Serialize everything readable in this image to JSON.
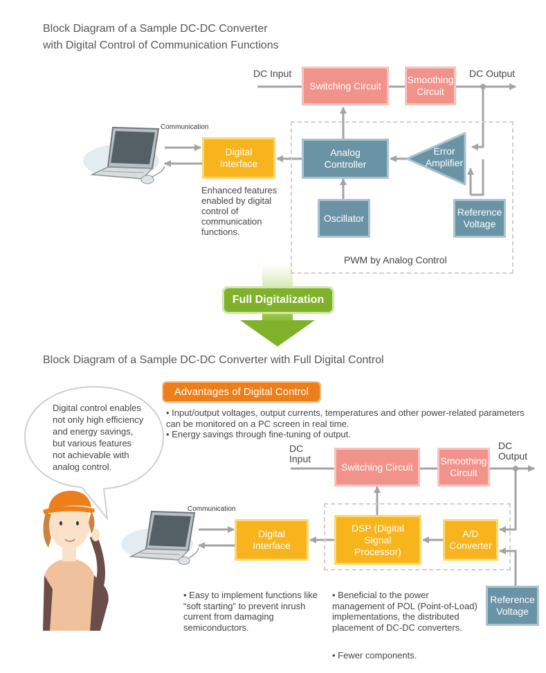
{
  "top": {
    "title_line1": "Block Diagram of a Sample DC-DC Converter",
    "title_line2": "with Digital Control of Communication Functions",
    "dc_input": "DC Input",
    "dc_output": "DC Output",
    "switching": "Switching Circuit",
    "smoothing": "Smoothing Circuit",
    "communication": "Communication",
    "digital_interface": "Digital Interface",
    "analog_controller": "Analog Controller",
    "error_amplifier": "Error Amplifier",
    "oscillator": "Oscillator",
    "reference_voltage": "Reference Voltage",
    "enhanced_note": "Enhanced features enabled by digital control of communication functions.",
    "pwm_label": "PWM by Analog Control"
  },
  "transition": {
    "label": "Full Digitalization"
  },
  "bottom": {
    "title": "Block Diagram of a Sample DC-DC Converter with Full Digital Control",
    "advantages_title": "Advantages of Digital Control",
    "advantages": [
      "• Input/output voltages, output currents, temperatures and other power-related parameters can be monitored on a PC screen in real time.",
      "• Energy savings through fine-tuning of output."
    ],
    "speech": "Digital control enables not only high efficiency and energy savings, but various features not achievable with analog control.",
    "dc_input": "DC Input",
    "dc_output": "DC Output",
    "switching": "Switching Circuit",
    "smoothing": "Smoothing Circuit",
    "communication": "Communication",
    "digital_interface": "Digital Interface",
    "dsp": "DSP (Digital Signal Processor)",
    "ad_converter": "A/D Converter",
    "reference_voltage": "Reference Voltage",
    "note_soft_start": "• Easy to implement functions like “soft starting” to prevent inrush current from damaging semiconductors.",
    "note_pol": "• Beneficial to the power management of POL (Point-of-Load) implementations, the distributed placement of DC-DC converters.",
    "note_fewer": "• Fewer components."
  },
  "colors": {
    "pink_block": "#f2938b",
    "orange_block": "#f8b41c",
    "blue_block": "#6a94a6",
    "green_arrow": "#7fb22a",
    "badge_orange": "#ec7f1a"
  }
}
